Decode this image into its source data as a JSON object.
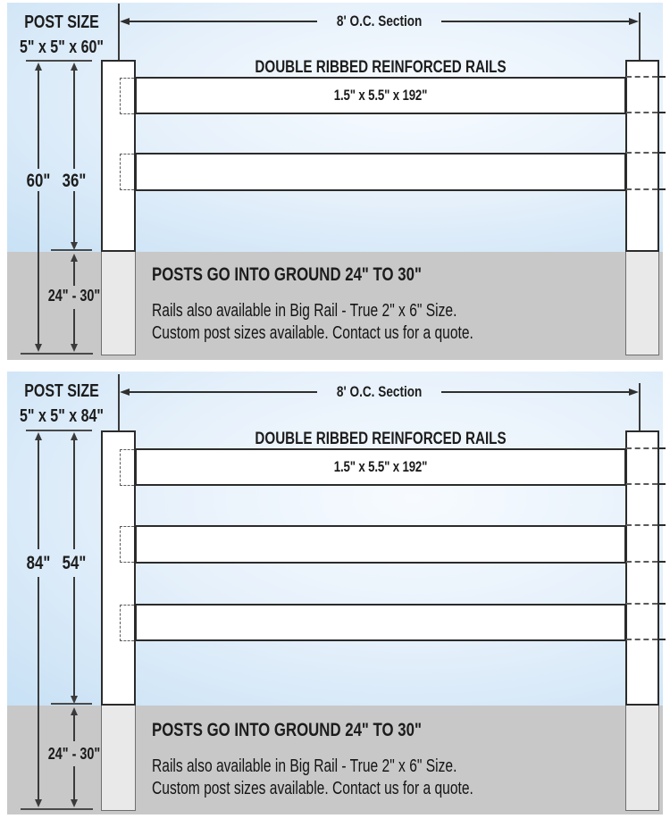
{
  "diagrams": [
    {
      "post_size_line1": "POST SIZE",
      "post_size_line2": "5\" x 5\" x 60\"",
      "section_label": "8' O.C. Section",
      "rails_title": "DOUBLE RIBBED REINFORCED RAILS",
      "rail_size_label": "1.5\" x 5.5\" x 192\"",
      "rail_count": 2,
      "height_total_label": "60\"",
      "height_above_ground_label": "36\"",
      "burial_depth_label": "24\" - 30\"",
      "ground_note": "POSTS GO INTO GROUND 24\" TO 30\"",
      "footnote_line1": "Rails also available in Big Rail - True 2\" x 6\" Size.",
      "footnote_line2": "Custom post sizes available.  Contact us for a quote."
    },
    {
      "post_size_line1": "POST SIZE",
      "post_size_line2": "5\" x 5\" x 84\"",
      "section_label": "8' O.C. Section",
      "rails_title": "DOUBLE RIBBED REINFORCED RAILS",
      "rail_size_label": "1.5\" x 5.5\" x 192\"",
      "rail_count": 3,
      "height_total_label": "84\"",
      "height_above_ground_label": "54\"",
      "burial_depth_label": "24\" - 30\"",
      "ground_note": "POSTS GO INTO GROUND 24\" TO 30\"",
      "footnote_line1": "Rails also available in Big Rail - True 2\" x 6\" Size.",
      "footnote_line2": "Custom post sizes available.  Contact us for a quote."
    }
  ],
  "colors": {
    "sky_blue": "#c8e1f5",
    "ground_gray": "#c8c8c8",
    "outline": "#2b2b2b",
    "underground_post": "#e9e9e9"
  }
}
